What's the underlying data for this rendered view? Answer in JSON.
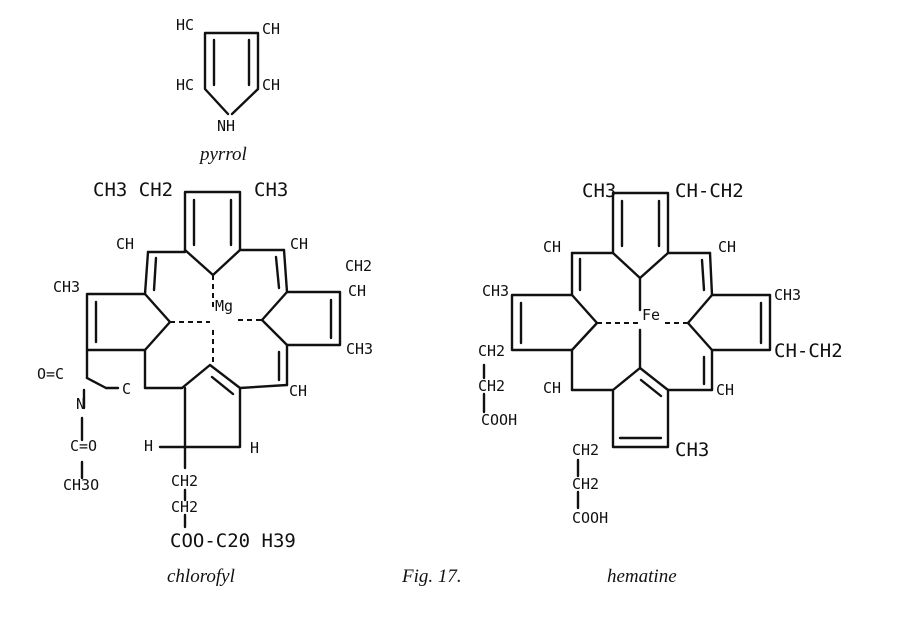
{
  "captions": {
    "pyrrol": "pyrrol",
    "chlorofyl": "chlorofyl",
    "fig": "Fig. 17.",
    "hematine": "hematine"
  },
  "pyrrol": {
    "hc_top": "HC",
    "ch_top": "CH",
    "hc_bottom": "HC",
    "ch_bottom": "CH",
    "nh": "NH"
  },
  "chlorofyl": {
    "top_left": "CH3 CH2",
    "top_right": "CH3",
    "ch_upper_left": "CH",
    "ch_upper_right": "CH",
    "ch3_left": "CH3",
    "ch2_right": "CH2",
    "ch_right": "CH",
    "metal": "Mg",
    "ch3_right": "CH3",
    "oc": "O=C",
    "c_ring": "C",
    "n": "N",
    "ch_lower_right": "CH",
    "c_o": "C=O",
    "h_left": "H",
    "h_right": "H",
    "ch3o": "CH3O",
    "chain_1": "CH2",
    "chain_2": "CH2",
    "chain_3": "COO-C20 H39"
  },
  "hematine": {
    "ch3_top": "CH3",
    "vinyl_top": "CH-CH2",
    "ch_upper_left": "CH",
    "ch_upper_right": "CH",
    "ch3_left": "CH3",
    "metal": "Fe",
    "ch3_right": "CH3",
    "ch2_left": "CH2",
    "vinyl_right": "CH-CH2",
    "chain_left_2": "CH2",
    "cooh_left": "COOH",
    "ch_lower_left": "CH",
    "ch_lower_right": "CH",
    "ch2_bottom": "CH2",
    "ch3_bottom": "CH3",
    "chain_bottom_2": "CH2",
    "cooh_bottom": "COOH"
  }
}
